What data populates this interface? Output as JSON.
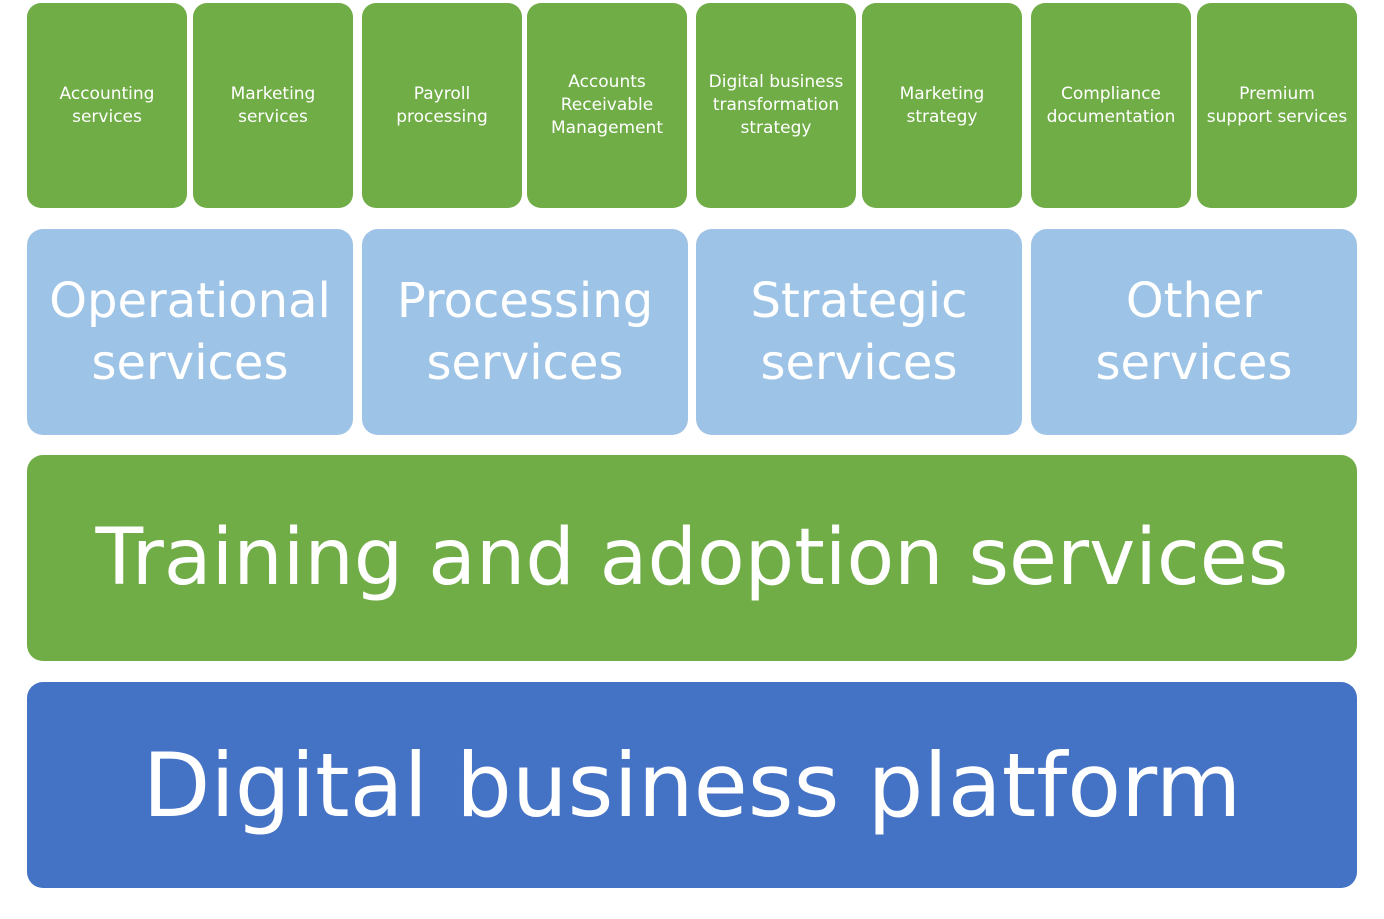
{
  "services": [
    {
      "label": "Accounting\nservices"
    },
    {
      "label": "Marketing\nservices"
    },
    {
      "label": "Payroll\nprocessing"
    },
    {
      "label": "Accounts\nReceivable\nManagement"
    },
    {
      "label": "Digital business\ntransformation\nstrategy"
    },
    {
      "label": "Marketing\nstrategy"
    },
    {
      "label": "Compliance\ndocumentation"
    },
    {
      "label": "Premium\nsupport services"
    }
  ],
  "categories": [
    {
      "label": "Operational\nservices"
    },
    {
      "label": "Processing\nservices"
    },
    {
      "label": "Strategic\nservices"
    },
    {
      "label": "Other\nservices"
    }
  ],
  "layers": {
    "training": "Training and adoption services",
    "platform": "Digital business platform"
  },
  "colors": {
    "green": "#70ad47",
    "light_blue": "#9dc3e6",
    "blue": "#4472c4",
    "text": "#ffffff"
  }
}
